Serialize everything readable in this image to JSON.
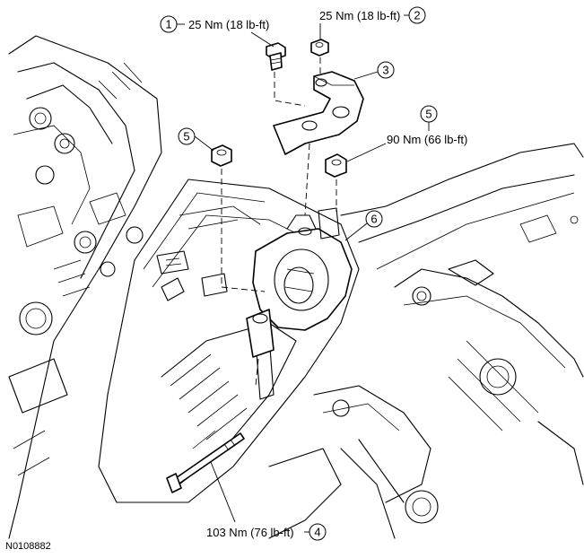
{
  "figure_id": "N0108882",
  "callouts": [
    {
      "number": "1",
      "torque": "25 Nm (18 lb-ft)"
    },
    {
      "number": "2",
      "torque": "25 Nm (18 lb-ft)"
    },
    {
      "number": "3",
      "torque": ""
    },
    {
      "number": "5",
      "torque": ""
    },
    {
      "number": "5",
      "torque": "90 Nm (66 lb-ft)"
    },
    {
      "number": "6",
      "torque": ""
    },
    {
      "number": "4",
      "torque": "103 Nm (76 lb-ft)"
    }
  ]
}
